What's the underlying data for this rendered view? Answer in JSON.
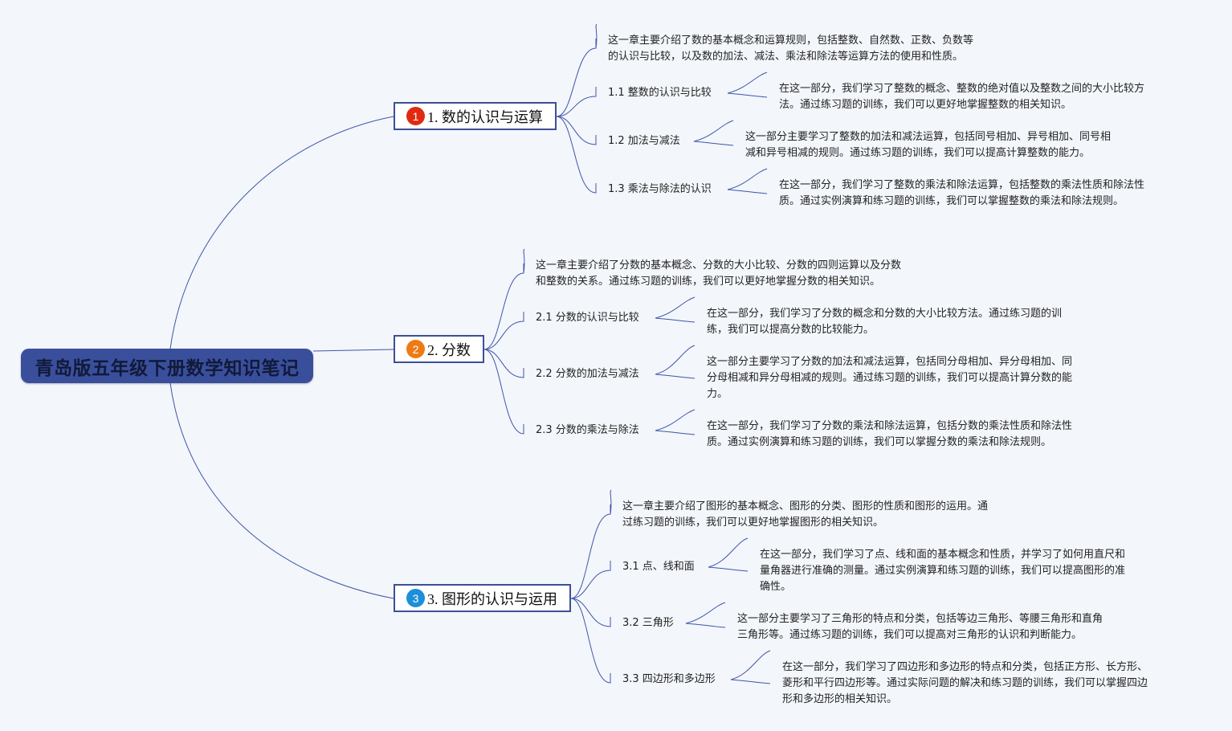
{
  "root": {
    "title": "青岛版五年级下册数学知识笔记"
  },
  "branches": [
    {
      "number": "1",
      "label": "1. 数的认识与运算",
      "badge_color": "#e02a12",
      "summary_lines": [
        "这一章主要介绍了数的基本概念和运算规则，包括整数、自然数、正数、负数等",
        "的认识与比较，以及数的加法、减法、乘法和除法等运算方法的使用和性质。"
      ],
      "subs": [
        {
          "label": "1.1 整数的认识与比较",
          "lines": [
            "在这一部分，我们学习了整数的概念、整数的绝对值以及整数之间的大小比较方",
            "法。通过练习题的训练，我们可以更好地掌握整数的相关知识。"
          ]
        },
        {
          "label": "1.2 加法与减法",
          "lines": [
            "这一部分主要学习了整数的加法和减法运算，包括同号相加、异号相加、同号相",
            "减和异号相减的规则。通过练习题的训练，我们可以提高计算整数的能力。"
          ]
        },
        {
          "label": "1.3 乘法与除法的认识",
          "lines": [
            "在这一部分，我们学习了整数的乘法和除法运算，包括整数的乘法性质和除法性",
            "质。通过实例演算和练习题的训练，我们可以掌握整数的乘法和除法规则。"
          ]
        }
      ]
    },
    {
      "number": "2",
      "label": "2. 分数",
      "badge_color": "#ee7a16",
      "summary_lines": [
        "这一章主要介绍了分数的基本概念、分数的大小比较、分数的四则运算以及分数",
        "和整数的关系。通过练习题的训练，我们可以更好地掌握分数的相关知识。"
      ],
      "subs": [
        {
          "label": "2.1 分数的认识与比较",
          "lines": [
            "在这一部分，我们学习了分数的概念和分数的大小比较方法。通过练习题的训",
            "练，我们可以提高分数的比较能力。"
          ]
        },
        {
          "label": "2.2 分数的加法与减法",
          "lines": [
            "这一部分主要学习了分数的加法和减法运算，包括同分母相加、异分母相加、同",
            "分母相减和异分母相减的规则。通过练习题的训练，我们可以提高计算分数的能",
            "力。"
          ]
        },
        {
          "label": "2.3 分数的乘法与除法",
          "lines": [
            "在这一部分，我们学习了分数的乘法和除法运算，包括分数的乘法性质和除法性",
            "质。通过实例演算和练习题的训练，我们可以掌握分数的乘法和除法规则。"
          ]
        }
      ]
    },
    {
      "number": "3",
      "label": "3. 图形的认识与运用",
      "badge_color": "#1b8fd8",
      "summary_lines": [
        "这一章主要介绍了图形的基本概念、图形的分类、图形的性质和图形的运用。通",
        "过练习题的训练，我们可以更好地掌握图形的相关知识。"
      ],
      "subs": [
        {
          "label": "3.1 点、线和面",
          "lines": [
            "在这一部分，我们学习了点、线和面的基本概念和性质，并学习了如何用直尺和",
            "量角器进行准确的测量。通过实例演算和练习题的训练，我们可以提高图形的准",
            "确性。"
          ]
        },
        {
          "label": "3.2 三角形",
          "lines": [
            "这一部分主要学习了三角形的特点和分类，包括等边三角形、等腰三角形和直角",
            "三角形等。通过练习题的训练，我们可以提高对三角形的认识和判断能力。"
          ]
        },
        {
          "label": "3.3 四边形和多边形",
          "lines": [
            "在这一部分，我们学习了四边形和多边形的特点和分类，包括正方形、长方形、",
            "菱形和平行四边形等。通过实际问题的解决和练习题的训练，我们可以掌握四边",
            "形和多边形的相关知识。"
          ]
        }
      ]
    }
  ]
}
